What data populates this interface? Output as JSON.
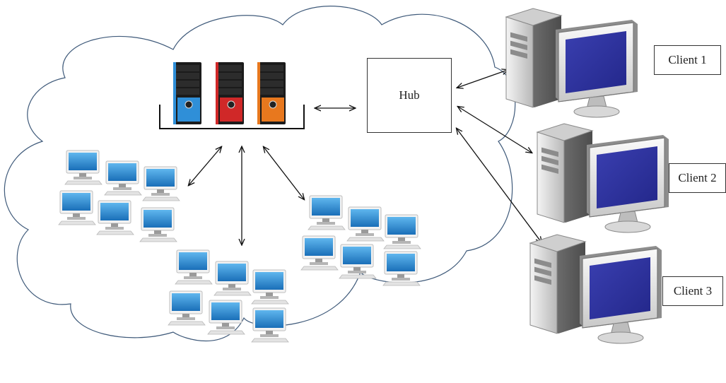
{
  "hub": {
    "label": "Hub"
  },
  "clients": [
    {
      "label": "Client 1"
    },
    {
      "label": "Client 2"
    },
    {
      "label": "Client 3"
    }
  ],
  "server_rack": {
    "tower_colors": [
      "#2f8fd8",
      "#d02828",
      "#e8781e"
    ]
  },
  "workstation_group_sizes": [
    6,
    6,
    6
  ],
  "colors": {
    "cloud_outline": "#3f5a7a",
    "arrow": "#111111",
    "screen_blue": "#1a7fc8",
    "client_screen": "#2a2f9a"
  },
  "icons": [
    "cloud-icon",
    "server-icon",
    "workstation-icon",
    "desktop-computer-icon"
  ]
}
